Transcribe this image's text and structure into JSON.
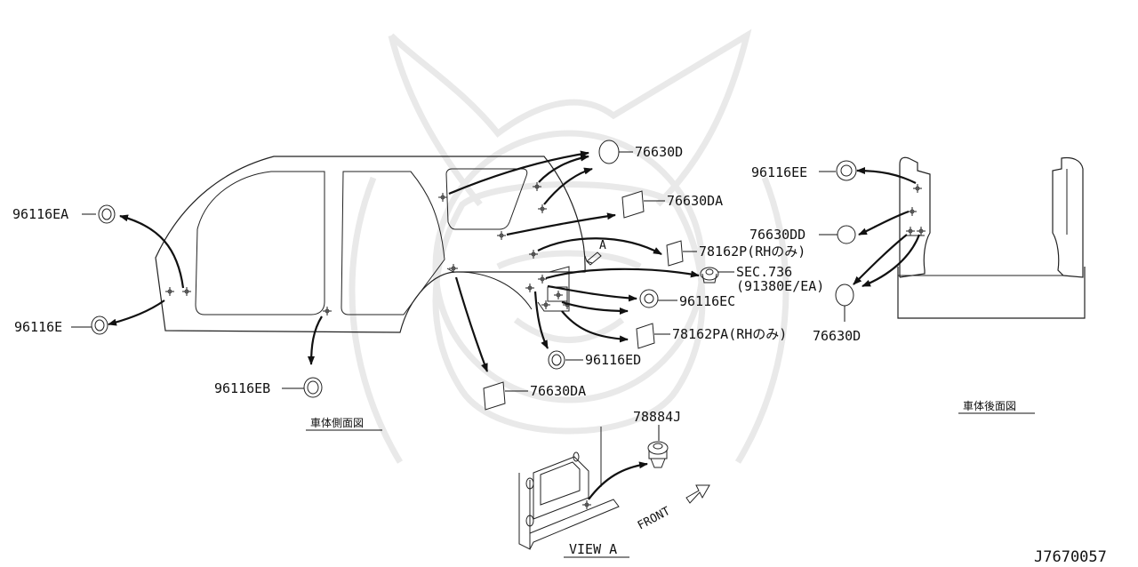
{
  "diagram_id": "J7670057",
  "captions": {
    "side_view": "車体側面図",
    "rear_view": "車体後面図",
    "view_a": "VIEW A",
    "front": "FRONT",
    "view_marker": "A"
  },
  "parts": {
    "p_96116EA": "96116EA",
    "p_96116E": "96116E",
    "p_96116EB": "96116EB",
    "p_76630D_top": "76630D",
    "p_76630DA_top": "76630DA",
    "p_78162P": "78162P(RHのみ)",
    "p_sec736_line1": "SEC.736",
    "p_sec736_line2": "(91380E/EA)",
    "p_96116EC": "96116EC",
    "p_78162PA": "78162PA(RHのみ)",
    "p_96116ED": "96116ED",
    "p_76630DA_bottom": "76630DA",
    "p_96116EE": "96116EE",
    "p_76630DD": "76630DD",
    "p_76630D_right": "76630D",
    "p_78884J": "78884J"
  },
  "colors": {
    "line": "#222222",
    "watermark": "#e9e9e9",
    "background": "#ffffff"
  },
  "icons": [
    "grommet-icon",
    "seal-pad-icon",
    "clip-icon",
    "fastener-point-icon",
    "direction-arrow-icon"
  ]
}
